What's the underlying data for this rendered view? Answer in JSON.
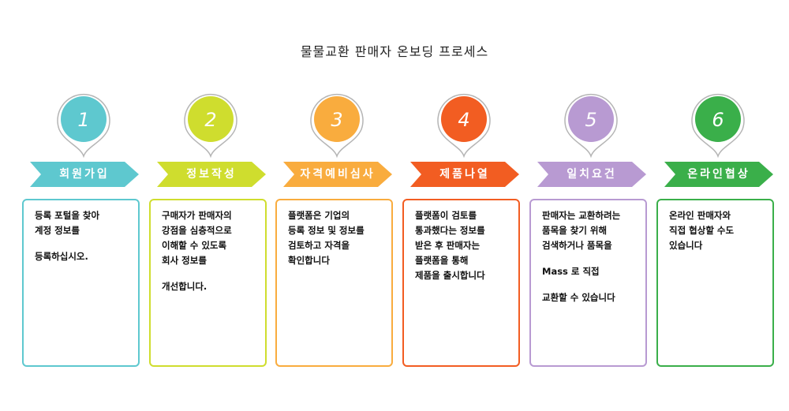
{
  "title": "물물교환 판매자 온보딩 프로세스",
  "steps": [
    {
      "number": "1",
      "label": "회원가입",
      "color": "#5ec8cf",
      "paragraphs": [
        "등록 포털을 찾아\n계정 정보를",
        "등록하십시오."
      ]
    },
    {
      "number": "2",
      "label": "정보작성",
      "color": "#cfdd2e",
      "paragraphs": [
        "구매자가 판매자의\n강점을 심층적으로\n이해할 수 있도록\n회사 정보를",
        "개선합니다."
      ]
    },
    {
      "number": "3",
      "label": "자격예비심사",
      "color": "#f9ac3e",
      "paragraphs": [
        "플랫폼은 기업의\n등록 정보 및 정보를\n검토하고 자격을\n확인합니다"
      ]
    },
    {
      "number": "4",
      "label": "제품나열",
      "color": "#f25d22",
      "paragraphs": [
        "플랫폼이 검토를\n통과했다는 정보를\n받은 후 판매자는\n플랫폼을 통해\n제품을 출시합니다"
      ]
    },
    {
      "number": "5",
      "label": "일치요건",
      "color": "#b89ad2",
      "paragraphs": [
        "판매자는 교환하려는\n품목을 찾기 위해\n검색하거나 품목을",
        "Mass 로 직접",
        "교환할 수 있습니다"
      ]
    },
    {
      "number": "6",
      "label": "온라인협상",
      "color": "#3aaf4a",
      "paragraphs": [
        "온라인 판매자와\n직접 협상할 수도\n있습니다"
      ]
    }
  ]
}
